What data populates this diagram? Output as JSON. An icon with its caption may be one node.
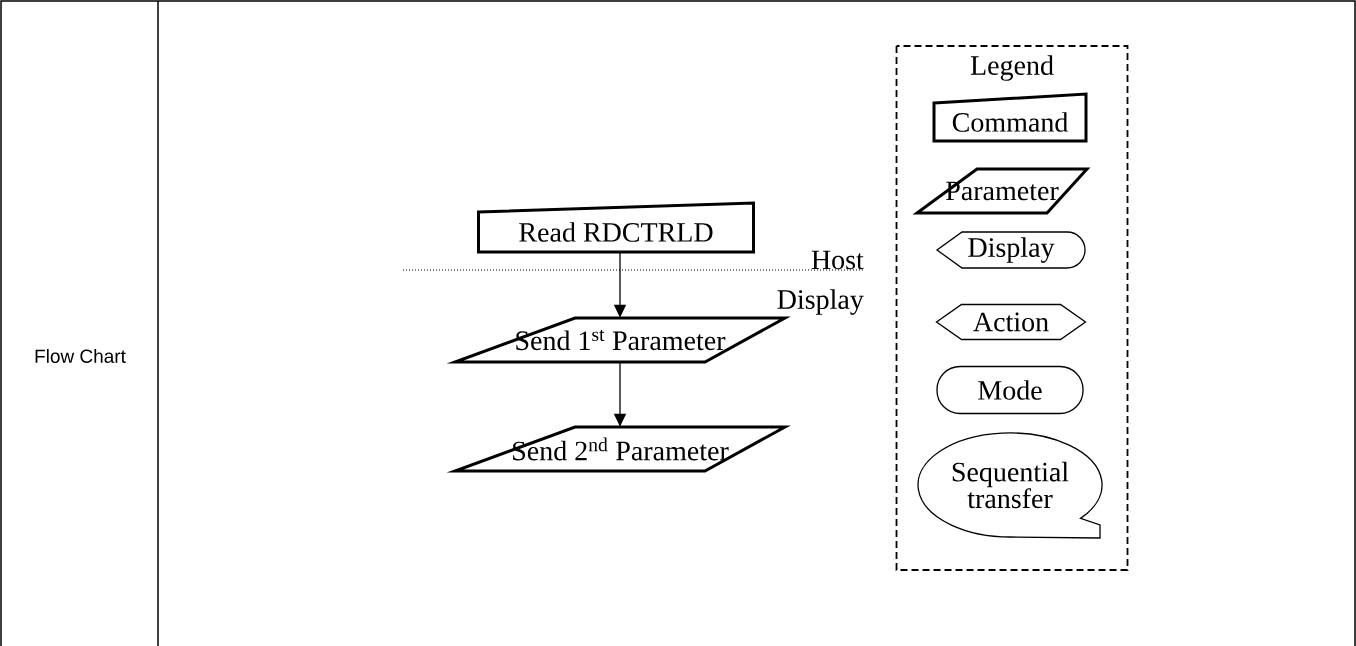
{
  "diagram": {
    "nodes": [
      {
        "text": [
          "Read RDCTRLD"
        ]
      },
      {
        "text": [
          "Send 1$^{st}$ Parameter"
        ]
      },
      {
        "text": [
          "Send 2$^{nd}$ Parameter"
        ]
      },
      {
        "text": [
          "Legend"
        ]
      },
      {
        "text": [
          "Command"
        ],
        "in": 3
      },
      {
        "text": [
          "Parameter"
        ],
        "in": 3
      },
      {
        "text": [
          "Display"
        ],
        "in": 3
      },
      {
        "text": [
          "Action"
        ],
        "in": 3
      },
      {
        "text": [
          "Mode"
        ],
        "in": 3
      },
      {
        "text": [
          "Sequential transfer"
        ],
        "in": 3
      }
    ],
    "edges": [
      {
        "from": 0,
        "to": 1,
        "arrow": "to"
      },
      {
        "from": 1,
        "to": 2,
        "arrow": "to"
      }
    ],
    "labels": [
      "Flow Chart",
      "Host",
      "Display"
    ]
  }
}
